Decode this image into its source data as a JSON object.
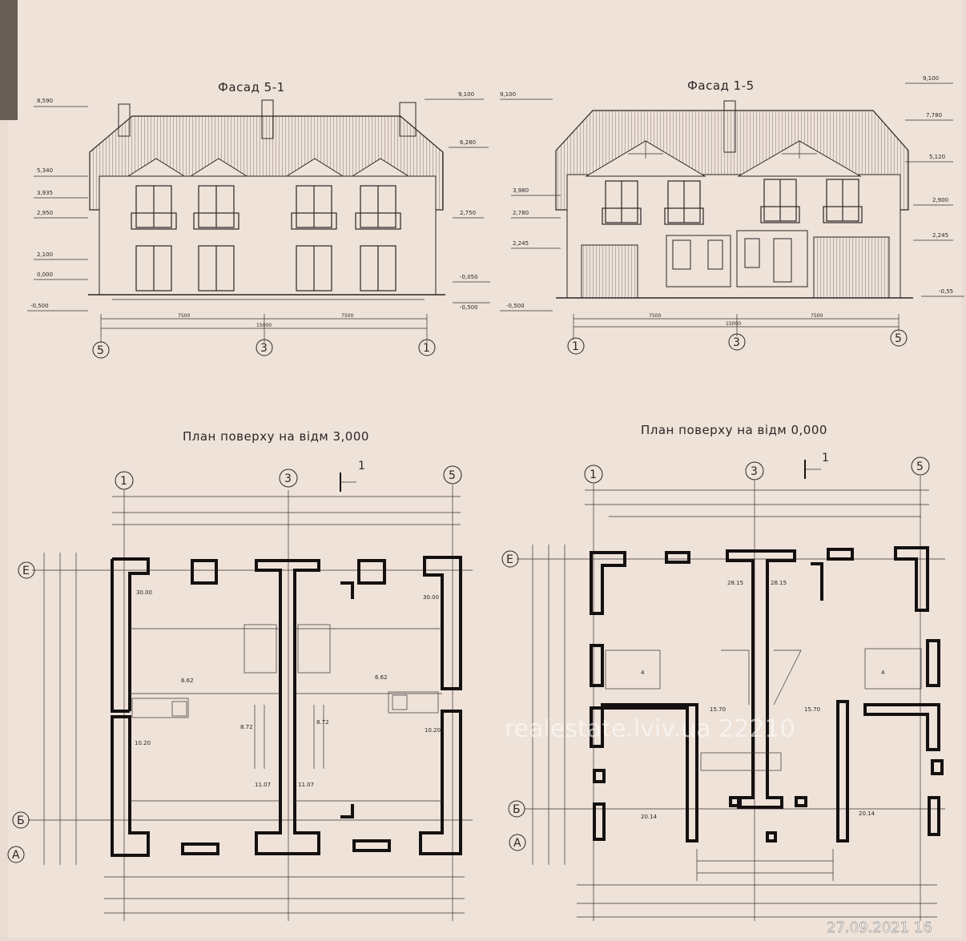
{
  "facade_left": {
    "title": "Фасад 5-1",
    "levels_left": [
      "8,590",
      "5,340",
      "3,935",
      "2,950",
      "2,100",
      "0,000",
      "-0,500"
    ],
    "levels_right": [
      "9,100",
      "6,280",
      "2,750",
      "-0,050",
      "-0,500"
    ],
    "dims": [
      "7500",
      "15000",
      "7500"
    ],
    "axes": [
      "5",
      "3",
      "1"
    ]
  },
  "facade_right": {
    "title": "Фасад 1-5",
    "levels_left": [
      "9,100",
      "3,980",
      "2,780",
      "2,245",
      "-0,500"
    ],
    "levels_right": [
      "9,100",
      "7,780",
      "5,120",
      "2,900",
      "2,245",
      "-0,55"
    ],
    "dims": [
      "7500",
      "15000",
      "7500"
    ],
    "axes": [
      "1",
      "3",
      "5"
    ]
  },
  "plan_left": {
    "title": "План поверху на відм 3,000",
    "axes_top": [
      "1",
      "3",
      "5"
    ],
    "axes_side": [
      "Е",
      "Б",
      "А"
    ],
    "section": "1",
    "rooms": [
      "30.00",
      "30.00",
      "6.62",
      "6.62",
      "10.20",
      "8.72",
      "8.72",
      "10.20",
      "11.07",
      "11.07"
    ]
  },
  "plan_right": {
    "title": "План поверху на відм 0,000",
    "axes_top": [
      "1",
      "3",
      "5"
    ],
    "axes_side": [
      "Е",
      "Б",
      "А"
    ],
    "section": "1",
    "rooms": [
      "28.15",
      "28.15",
      "4",
      "4",
      "15.70",
      "15.70",
      "20.14",
      "20.14"
    ]
  },
  "watermark": "realestate.lviv.ua 22210",
  "timestamp": "27.09.2021 16"
}
